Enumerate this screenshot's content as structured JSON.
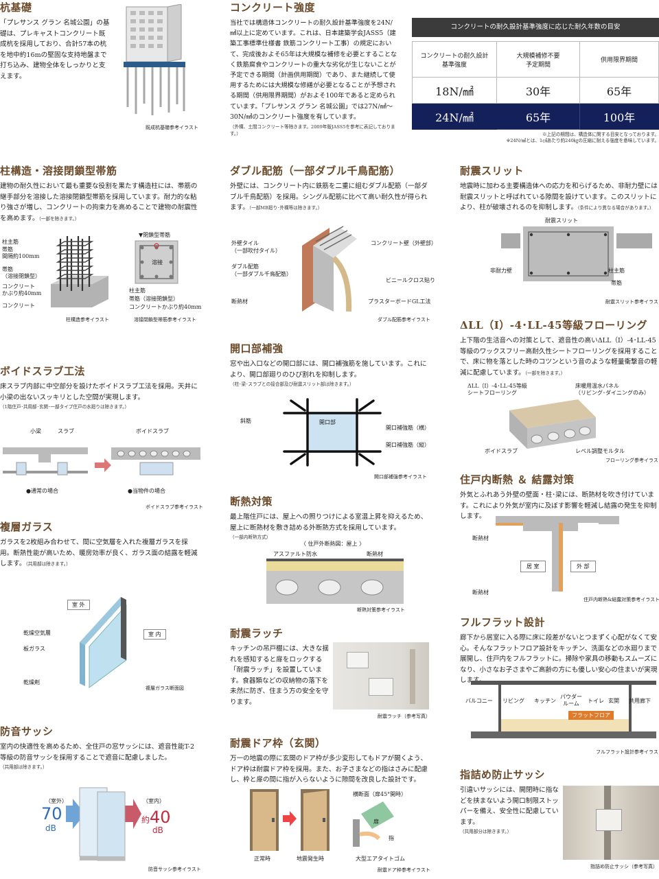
{
  "pile": {
    "title": "杭基礎",
    "body": "「プレサンス グラン 名城公園」の基礎は、プレキャストコンクリート既成杭を採用しており、合計57本の杭を地中約16mの堅固な支持地盤まで打ち込み、建物全体をしっかりと支えます。",
    "caption": "既成杭基礎参考イラスト"
  },
  "concrete": {
    "title": "コンクリート強度",
    "body": "当社では構造体コンクリートの耐久設計基準強度を24N/㎟以上に定めています。これは、日本建築学会JASS5（建築工事標準仕様書 鉄筋コンクリート工事）の規定において、完成後およそ65年は大規模な補修を必要とすることなく鉄筋腐食やコンクリートの重大な劣化が生じないことが予定できる期間（計画供用期間）であり、また継続して使用するためには大規模な修繕が必要となることが予想される期間（供用限界期間）がおよそ100年であると定められています。「プレサンス グラン 名城公園」では27N/㎟〜30N/㎟のコンクリート強度を有しています。",
    "note": "（外構、土間コンクリート等除きます。2009年版JASS5を参考に表記しております。）",
    "table_title": "コンクリートの耐久設計基準強度に応じた耐久年数の目安",
    "headers": [
      "コンクリートの耐久設計\n基準強度",
      "大規模補修不要\n予定期間",
      "供用限界期間"
    ],
    "rows": [
      [
        "18N/㎟",
        "30年",
        "65年"
      ],
      [
        "24N/㎟",
        "65年",
        "100年"
      ]
    ],
    "foot1": "※上記の期間は、構造体に関する目安となっております。",
    "foot2": "※24N/㎟とは、1㎠あたり約240㎏の圧縮に耐える強度を意味しています。"
  },
  "column": {
    "title": "柱構造・溶接閉鎖型帯筋",
    "body": "建物の耐久性において最も重要な役割を果たす構造柱には、帯筋の継手部分を溶接した溶接閉鎖型帯筋を採用しています。耐力的な粘り強さが増し、コンクリートの拘束力を高めることで建物の耐震性を高めます。",
    "note": "（一部を除きます。）",
    "labels": [
      "柱主筋",
      "帯筋\n間隔約100mm",
      "帯筋\n（溶接閉鎖型）",
      "コンクリート\nかぶり約40mm",
      "コンクリート"
    ],
    "box_title": "▼閉鎖型帯筋",
    "weld": "溶接",
    "box_labels": [
      "柱主筋",
      "帯筋（溶接閉鎖型）",
      "コンクリートかぶり約40mm"
    ],
    "cap1": "柱構造参考イラスト",
    "cap2": "溶接閉鎖型帯筋参考イラスト"
  },
  "double": {
    "title": "ダブル配筋（一部ダブル千鳥配筋）",
    "body": "外壁には、コンクリート内に鉄筋を二重に組むダブル配筋（一部ダブル千鳥配筋）を採用。シングル配筋に比べて高い耐久性が得られます。",
    "note": "（一部MB廻り･外構等は除きます。）",
    "labels": [
      "外壁タイル\n（一部吹付タイル）",
      "ダブル配筋\n（一部ダブル千鳥配筋）",
      "断熱材",
      "コンクリート壁（外壁部）",
      "ビニールクロス貼り",
      "プラスターボードGL工法"
    ],
    "caption": "ダブル配筋参考イラスト"
  },
  "slit": {
    "title": "耐震スリット",
    "body": "地震時に加わる主要構造体への応力を和らげるため、非耐力壁には耐震スリットと呼ばれている隙間を設けています。このスリットにより、柱が破壊されるのを抑制します。",
    "note": "（条件により異なる場合があります。）",
    "labels": [
      "耐震スリット",
      "非耐力壁",
      "柱主筋",
      "帯筋"
    ],
    "caption": "耐震スリット参考イラスト"
  },
  "void": {
    "title": "ボイドスラブ工法",
    "body": "床スラブ内部に中空部分を設けたボイドスラブ工法を採用。天井に小梁の出ないスッキリとした空間が実現します。",
    "note": "（1階住戸･共用部･玄関･一部タイプ住戸の水廻りは除きます。）",
    "labels": [
      "小梁",
      "スラブ",
      "ボイドスラブ",
      "●通常の場合",
      "●当物件の場合"
    ],
    "caption": "ボイドスラブ参考イラスト"
  },
  "opening": {
    "title": "開口部補強",
    "body": "窓や出入口などの開口部には、開口補強筋を施しています。これにより、開口部廻りのひび割れを抑制します。",
    "note": "（柱･梁･スラブとの接合部及び耐震スリット部は除きます。）",
    "labels": [
      "斜筋",
      "開口部",
      "開口補強筋（横）",
      "開口補強筋（縦）"
    ],
    "caption": "開口部補強参考イラスト"
  },
  "flooring": {
    "title": "ΔLL（Ⅰ）-4･LL-45等級フローリング",
    "body": "上下階の生活音への対策として、遮音性の高いΔLL（Ⅰ）-4･LL-45等級のワックスフリー高耐久性シートフローリングを採用することで、床に物を落とした時のコツンという音のような軽量衝撃音の軽減に配慮しています。",
    "note": "（一部を除きます。）",
    "labels": [
      "ΔLL（Ⅰ）-4･LL-45等級\nシートフローリング",
      "床暖用温水パネル\n（リビング･ダイニングのみ）",
      "ボイドスラブ",
      "レベル調整モルタル"
    ],
    "caption": "フローリング参考イラスト"
  },
  "insulation": {
    "title": "断熱対策",
    "body": "最上階住戸には、屋上への照りつけによる室温上昇を抑えるため、屋上に断熱材を敷き詰める外断熱方式を採用しています。",
    "note": "（一部内断熱方式）",
    "fig_title": "〈 住戸外断熱図：屋上 〉",
    "labels": [
      "アスファルト防水",
      "断熱材"
    ],
    "caption": "断熱対策参考イラスト"
  },
  "condensation": {
    "title": "住戸内断熱 ＆ 結露対策",
    "body": "外気とふれあう外壁の壁面・柱･梁には、断熱材を吹き付けています。これにより外気が室内に及ぼす影響を軽減し結露の発生を抑制します。",
    "labels": [
      "断熱材",
      "居 室",
      "外 部",
      "断熱材"
    ],
    "caption": "住戸内断熱&結露対策参考イラスト"
  },
  "glass": {
    "title": "複層ガラス",
    "body": "ガラスを2枚組み合わせて、間に空気層を入れた複層ガラスを採用。断熱性能が高いため、暖房効率が良く、ガラス面の結露を軽減します。",
    "note": "（共用部は除きます。）",
    "labels": [
      "室 外",
      "乾燥空気層",
      "板ガラス",
      "室 内",
      "乾燥剤"
    ],
    "caption": "複層ガラス断面図"
  },
  "latch": {
    "title": "耐震ラッチ",
    "body": "キッチンの吊戸棚には、大きな揺れを感知すると扉をロックする「耐震ラッチ」を設置しています。食器類などの収納物の落下を未然に防ぎ、住まう方の安全を守ります。",
    "caption": "耐震ラッチ（参考写真）"
  },
  "flat": {
    "title": "フルフラット設計",
    "body": "廊下から居室に入る際に床に段差がないとつまずく心配がなくて安心。そんなフラットフロア設計をキッチン、洗面などの水廻りまで展開し、住戸内をフルフラットに。掃除や家具の移動もスムーズになり、小さなお子さまやご高齢の方にも優しい安心の住まいが実現します。",
    "labels": [
      "バルコニー",
      "リビング",
      "キッチン",
      "パウダー\nルーム",
      "トイレ",
      "玄関",
      "共用廊下",
      "フラットフロア"
    ],
    "caption": "フルフラット設計参考イラスト"
  },
  "sash": {
    "title": "防音サッシ",
    "body": "室内の快適性を高めるため、全住戸の窓サッシには、遮音性能T-2等級の防音サッシを採用することで遮音に配慮しました。",
    "note": "（共用部は除きます。）",
    "out_label": "（室外）",
    "out_value": "70",
    "in_label": "（室内）",
    "in_prefix": "約",
    "in_value": "40",
    "unit": "dB",
    "caption": "防音サッシ参考イラスト"
  },
  "doorframe": {
    "title": "耐震ドア枠（玄関）",
    "body": "万一の地震の際に玄関のドア枠が多少変形してもドアが開くよう、ドア枠は耐震ドア枠を採用。また、お子さまなどの指はさみに配慮し、枠と扉の間に指が入らないように隙間を改良した設計です。",
    "labels": [
      "正常時",
      "地震発生時",
      "横断面（扉45°開時）",
      "扉",
      "指",
      "大型エアタイトゴム"
    ],
    "caption": "耐震ドア枠参考イラスト"
  },
  "finger": {
    "title": "指詰め防止サッシ",
    "body": "引違いサッシには、開閉時に指などを挟まないよう開口制限ストッパーを備え、安全性に配慮しています。",
    "note": "（共用部分は除きます。）",
    "caption": "指詰め防止サッシ（参考写真）"
  }
}
